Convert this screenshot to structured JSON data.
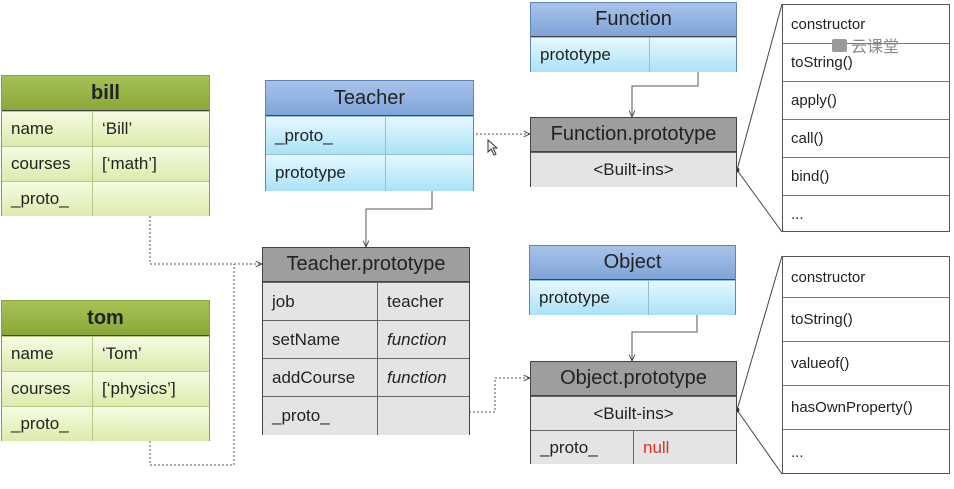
{
  "bill": {
    "title": "bill",
    "rows": [
      [
        "name",
        "‘Bill’"
      ],
      [
        "courses",
        "[‘math’]"
      ],
      [
        "_proto_",
        ""
      ]
    ]
  },
  "tom": {
    "title": "tom",
    "rows": [
      [
        "name",
        "‘Tom’"
      ],
      [
        "courses",
        "[‘physics’]"
      ],
      [
        "_proto_",
        ""
      ]
    ]
  },
  "teacher": {
    "title": "Teacher",
    "rows": [
      [
        "_proto_",
        ""
      ],
      [
        "prototype",
        ""
      ]
    ]
  },
  "teacher_proto": {
    "title": "Teacher.prototype",
    "rows": [
      [
        "job",
        "teacher"
      ],
      [
        "setName",
        "function"
      ],
      [
        "addCourse",
        "function"
      ],
      [
        "_proto_",
        ""
      ]
    ]
  },
  "function": {
    "title": "Function",
    "rows": [
      [
        "prototype",
        ""
      ]
    ]
  },
  "function_proto": {
    "title": "Function.prototype",
    "builtins": "<Built-ins>"
  },
  "object": {
    "title": "Object",
    "rows": [
      [
        "prototype",
        ""
      ]
    ]
  },
  "object_proto": {
    "title": "Object.prototype",
    "builtins": "<Built-ins>",
    "proto_label": "_proto_",
    "proto_value": "null"
  },
  "function_methods": [
    "constructor",
    "toString()",
    "apply()",
    "call()",
    "bind()",
    "..."
  ],
  "object_methods": [
    "constructor",
    "toString()",
    "valueof()",
    "hasOwnProperty()",
    "..."
  ],
  "watermark": "云课堂",
  "colors": {
    "green_header": "#8aa83a",
    "blue_header": "#7fa4d8",
    "gray_header": "#9e9e9e",
    "null_text": "#e0301e"
  }
}
